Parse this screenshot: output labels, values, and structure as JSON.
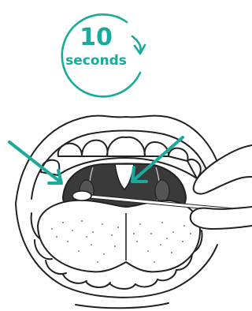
{
  "timer": {
    "value": "10",
    "unit": "seconds"
  },
  "illustration": {
    "subject": "open-mouth-throat-swab",
    "icons": [
      "timer-icon",
      "arrow-icon",
      "mouth-icon",
      "tonsil-icon",
      "tongue-icon",
      "swab-icon",
      "hand-icon"
    ]
  },
  "colors": {
    "accent": "#1aaa9c",
    "line": "#222222",
    "throat": "#3a3a3a"
  }
}
